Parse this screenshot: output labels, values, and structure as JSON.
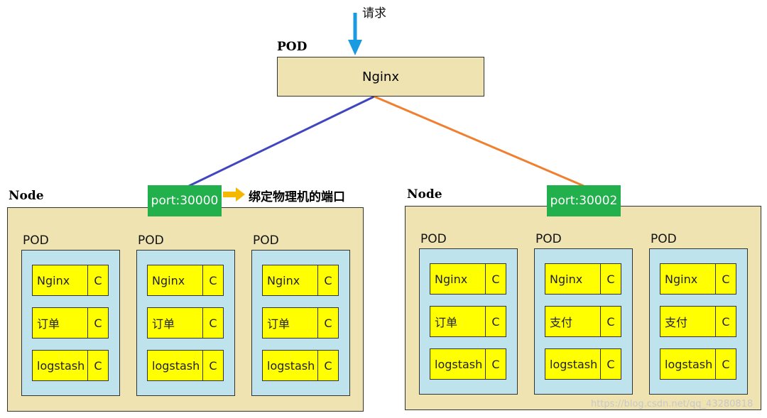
{
  "request_label": "请求",
  "top_pod": {
    "label": "POD",
    "service": "Nginx"
  },
  "bind_note": "绑定物理机的端口",
  "watermark": "https://blog.csdn.net/qq_43280818",
  "nodes": [
    {
      "label": "Node",
      "port": "port:30000",
      "pods": [
        {
          "label": "POD",
          "containers": [
            {
              "name": "Nginx",
              "tag": "C"
            },
            {
              "name": "订单",
              "tag": "C"
            },
            {
              "name": "logstash",
              "tag": "C"
            }
          ]
        },
        {
          "label": "POD",
          "containers": [
            {
              "name": "Nginx",
              "tag": "C"
            },
            {
              "name": "订单",
              "tag": "C"
            },
            {
              "name": "logstash",
              "tag": "C"
            }
          ]
        },
        {
          "label": "POD",
          "containers": [
            {
              "name": "Nginx",
              "tag": "C"
            },
            {
              "name": "订单",
              "tag": "C"
            },
            {
              "name": "logstash",
              "tag": "C"
            }
          ]
        }
      ]
    },
    {
      "label": "Node",
      "port": "port:30002",
      "pods": [
        {
          "label": "POD",
          "containers": [
            {
              "name": "Nginx",
              "tag": "C"
            },
            {
              "name": "订单",
              "tag": "C"
            },
            {
              "name": "logstash",
              "tag": "C"
            }
          ]
        },
        {
          "label": "POD",
          "containers": [
            {
              "name": "Nginx",
              "tag": "C"
            },
            {
              "name": "支付",
              "tag": "C"
            },
            {
              "name": "logstash",
              "tag": "C"
            }
          ]
        },
        {
          "label": "POD",
          "containers": [
            {
              "name": "Nginx",
              "tag": "C"
            },
            {
              "name": "支付",
              "tag": "C"
            },
            {
              "name": "logstash",
              "tag": "C"
            }
          ]
        }
      ]
    }
  ],
  "colors": {
    "link_left": "#4046c0",
    "link_right": "#f08030",
    "request_arrow": "#1a9ae0",
    "note_arrow": "#f5b800"
  }
}
